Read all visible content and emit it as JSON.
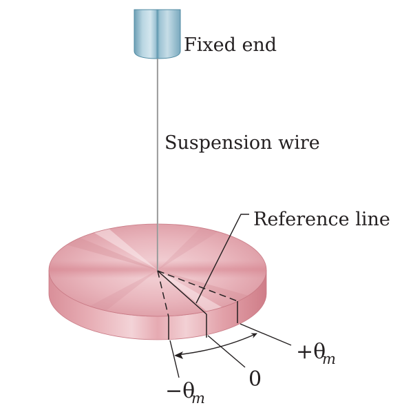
{
  "figure": {
    "title": "Torsion pendulum",
    "labels": {
      "fixed_end": "Fixed end",
      "suspension_wire": "Suspension wire",
      "reference_line": "Reference line",
      "plus_theta": "+θ",
      "plus_theta_sub": "m",
      "zero": "0",
      "minus_theta": "−θ",
      "minus_theta_sub": "m"
    },
    "colors": {
      "disk": "#e3a3ab",
      "disk_highlight": "#f6dde0",
      "disk_shadow": "#cf7f8a",
      "clamp": "#a7c9d8",
      "clamp_dark": "#6fa2b8",
      "wire": "#9a9a9a",
      "line": "#231f20"
    }
  }
}
